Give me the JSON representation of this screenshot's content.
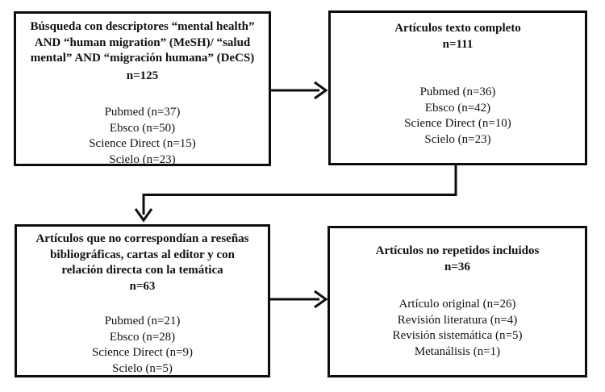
{
  "diagram": {
    "boxes": [
      {
        "name": "search-results",
        "title_lines": [
          "Búsqueda con descriptores “mental health”",
          "AND “human migration” (MeSH)/ “salud",
          "mental” AND “migración humana” (DeCS)"
        ],
        "n": "n=125",
        "items": [
          "Pubmed (n=37)",
          "Ebsco (n=50)",
          "Science Direct (n=15)",
          "Scielo (n=23)"
        ]
      },
      {
        "name": "full-text-articles",
        "title_lines": [
          "Artículos texto completo"
        ],
        "n": "n=111",
        "items": [
          "Pubmed (n=36)",
          "Ebsco (n=42)",
          "Science Direct (n=10)",
          "Scielo (n=23)"
        ]
      },
      {
        "name": "screened-articles",
        "title_lines": [
          "Artículos que no correspondían a reseñas",
          "bibliográficas, cartas al editor  y con",
          "relación directa con la temática"
        ],
        "n": "n=63",
        "items": [
          "Pubmed (n=21)",
          "Ebsco (n=28)",
          "Science Direct (n=9)",
          "Scielo (n=5)"
        ]
      },
      {
        "name": "included-articles",
        "title_lines": [
          "Artículos no repetidos incluidos"
        ],
        "n": "n=36",
        "items": [
          "Artículo original (n=26)",
          "Revisión literatura (n=4)",
          "Revisión sistemática (n=5)",
          "Metanálisis (n=1)"
        ]
      }
    ],
    "colors": {
      "line": "#0d0d0d",
      "background": "#ffffff",
      "text": "#111111"
    }
  }
}
